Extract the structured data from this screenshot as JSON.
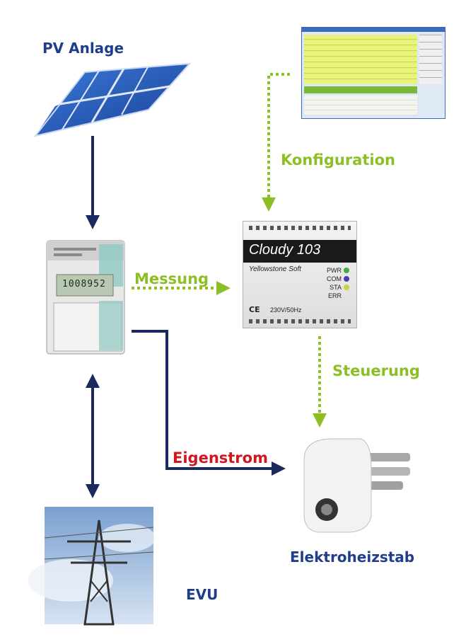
{
  "labels": {
    "pv": "PV Anlage",
    "konfiguration": "Konfiguration",
    "messung": "Messung",
    "steuerung": "Steuerung",
    "eigenstrom": "Eigenstrom",
    "heater": "Elektroheizstab",
    "evu": "EVU"
  },
  "meter": {
    "display": "1008952"
  },
  "device": {
    "name": "Cloudy 103",
    "brand": "Yellowstone Soft",
    "leds": [
      {
        "label": "PWR",
        "color": "#3fae3f"
      },
      {
        "label": "COM",
        "color": "#4a3fae"
      },
      {
        "label": "STA",
        "color": "#c9d23a"
      },
      {
        "label": "ERR",
        "color": ""
      }
    ],
    "ce": "CE",
    "voltage": "230V/50Hz"
  },
  "colors": {
    "blue": "#1f3d8a",
    "green": "#8cbf26",
    "red": "#d0161e",
    "arrow_dark": "#1a2a5e"
  }
}
